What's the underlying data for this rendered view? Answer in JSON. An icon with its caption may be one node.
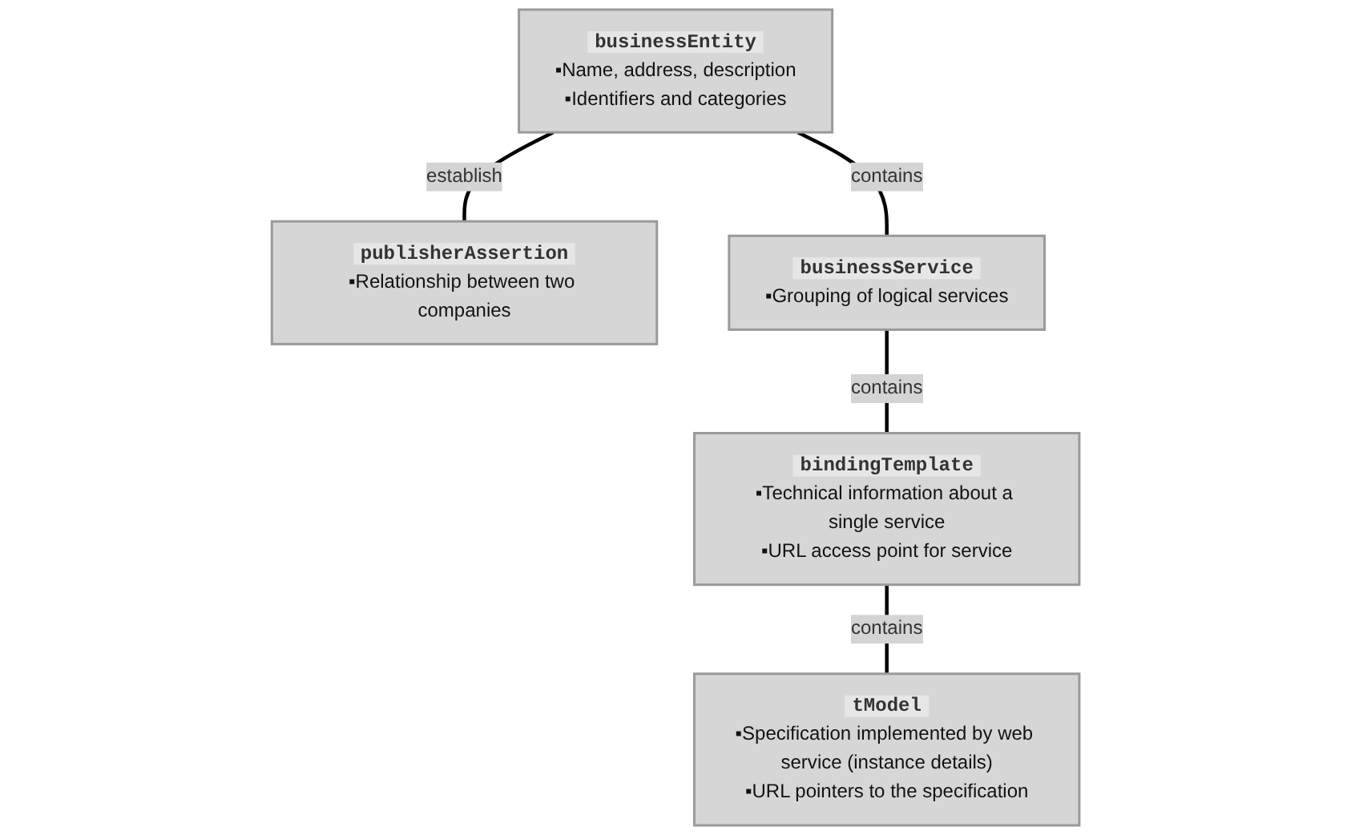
{
  "diagram": {
    "nodes": [
      {
        "text": [
          "businessEntity",
          "▪Name, address, description",
          "▪Identifiers and categories"
        ]
      },
      {
        "text": [
          "publisherAssertion",
          "▪Relationship between two companies"
        ]
      },
      {
        "text": [
          "businessService",
          "▪Grouping of logical services"
        ]
      },
      {
        "text": [
          "bindingTemplate",
          "▪Technical information about a single service",
          "▪URL access point for service"
        ]
      },
      {
        "text": [
          "tModel",
          "▪Specification implemented by web service (instance details)",
          "▪URL pointers to the specification"
        ]
      }
    ],
    "edges": [
      {
        "from": 0,
        "to": 1,
        "arrow": "none",
        "label": "establish"
      },
      {
        "from": 0,
        "to": 2,
        "arrow": "none",
        "label": "contains"
      },
      {
        "from": 2,
        "to": 3,
        "arrow": "none",
        "label": "contains"
      },
      {
        "from": 3,
        "to": 4,
        "arrow": "none",
        "label": "contains"
      }
    ]
  }
}
